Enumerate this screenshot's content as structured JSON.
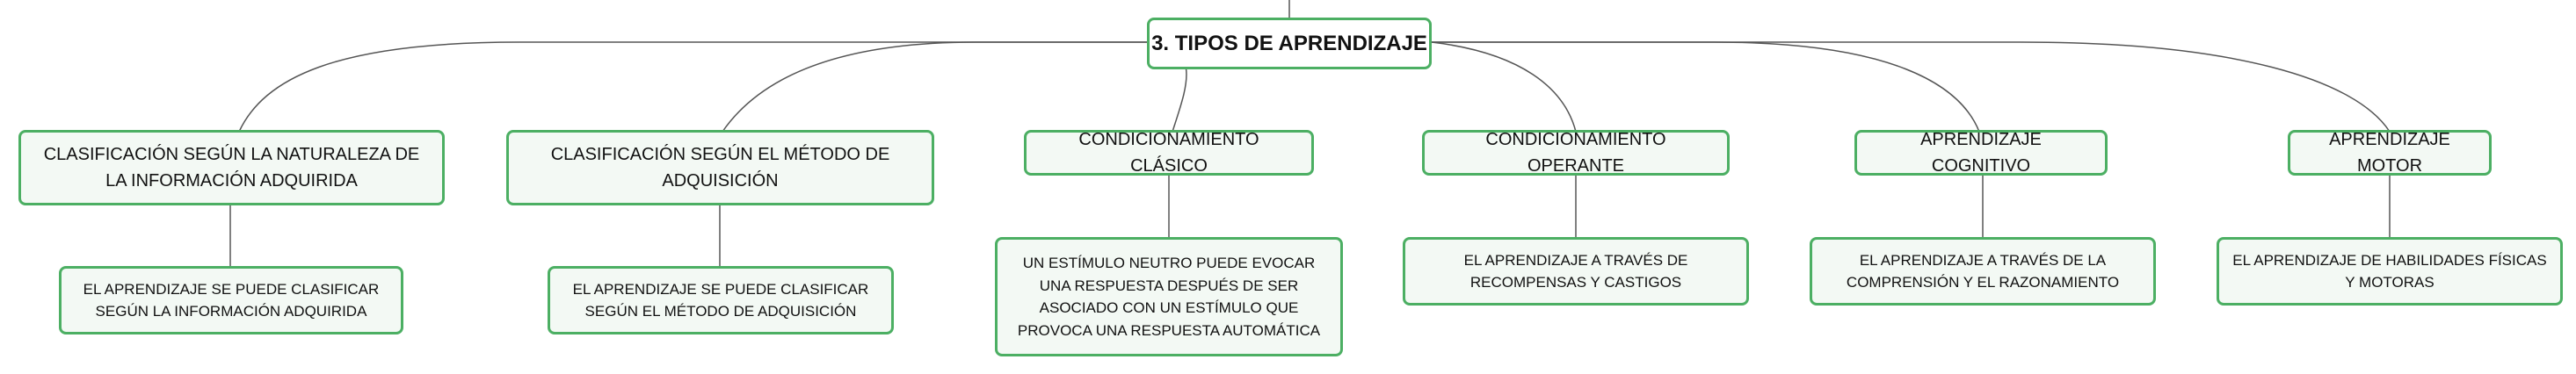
{
  "root": {
    "label": "3. TIPOS DE APRENDIZAJE"
  },
  "branches": [
    {
      "label": "CLASIFICACIÓN SEGÚN LA NATURALEZA DE LA INFORMACIÓN ADQUIRIDA",
      "detail": "EL APRENDIZAJE SE PUEDE CLASIFICAR SEGÚN LA INFORMACIÓN ADQUIRIDA"
    },
    {
      "label": "CLASIFICACIÓN SEGÚN EL MÉTODO DE ADQUISICIÓN",
      "detail": "EL APRENDIZAJE SE PUEDE CLASIFICAR SEGÚN EL MÉTODO DE ADQUISICIÓN"
    },
    {
      "label": "CONDICIONAMIENTO CLÁSICO",
      "detail": "UN ESTÍMULO NEUTRO PUEDE EVOCAR UNA RESPUESTA DESPUÉS DE SER ASOCIADO CON UN ESTÍMULO QUE PROVOCA UNA RESPUESTA AUTOMÁTICA"
    },
    {
      "label": "CONDICIONAMIENTO OPERANTE",
      "detail": "EL APRENDIZAJE A TRAVÉS DE RECOMPENSAS Y CASTIGOS"
    },
    {
      "label": "APRENDIZAJE COGNITIVO",
      "detail": "EL APRENDIZAJE A TRAVÉS DE LA COMPRENSIÓN Y EL RAZONAMIENTO"
    },
    {
      "label": "APRENDIZAJE MOTOR",
      "detail": "EL APRENDIZAJE DE HABILIDADES FÍSICAS Y MOTORAS"
    }
  ],
  "colors": {
    "border": "#4caf63",
    "fill": "#f3f9f4",
    "connector": "#555555"
  }
}
